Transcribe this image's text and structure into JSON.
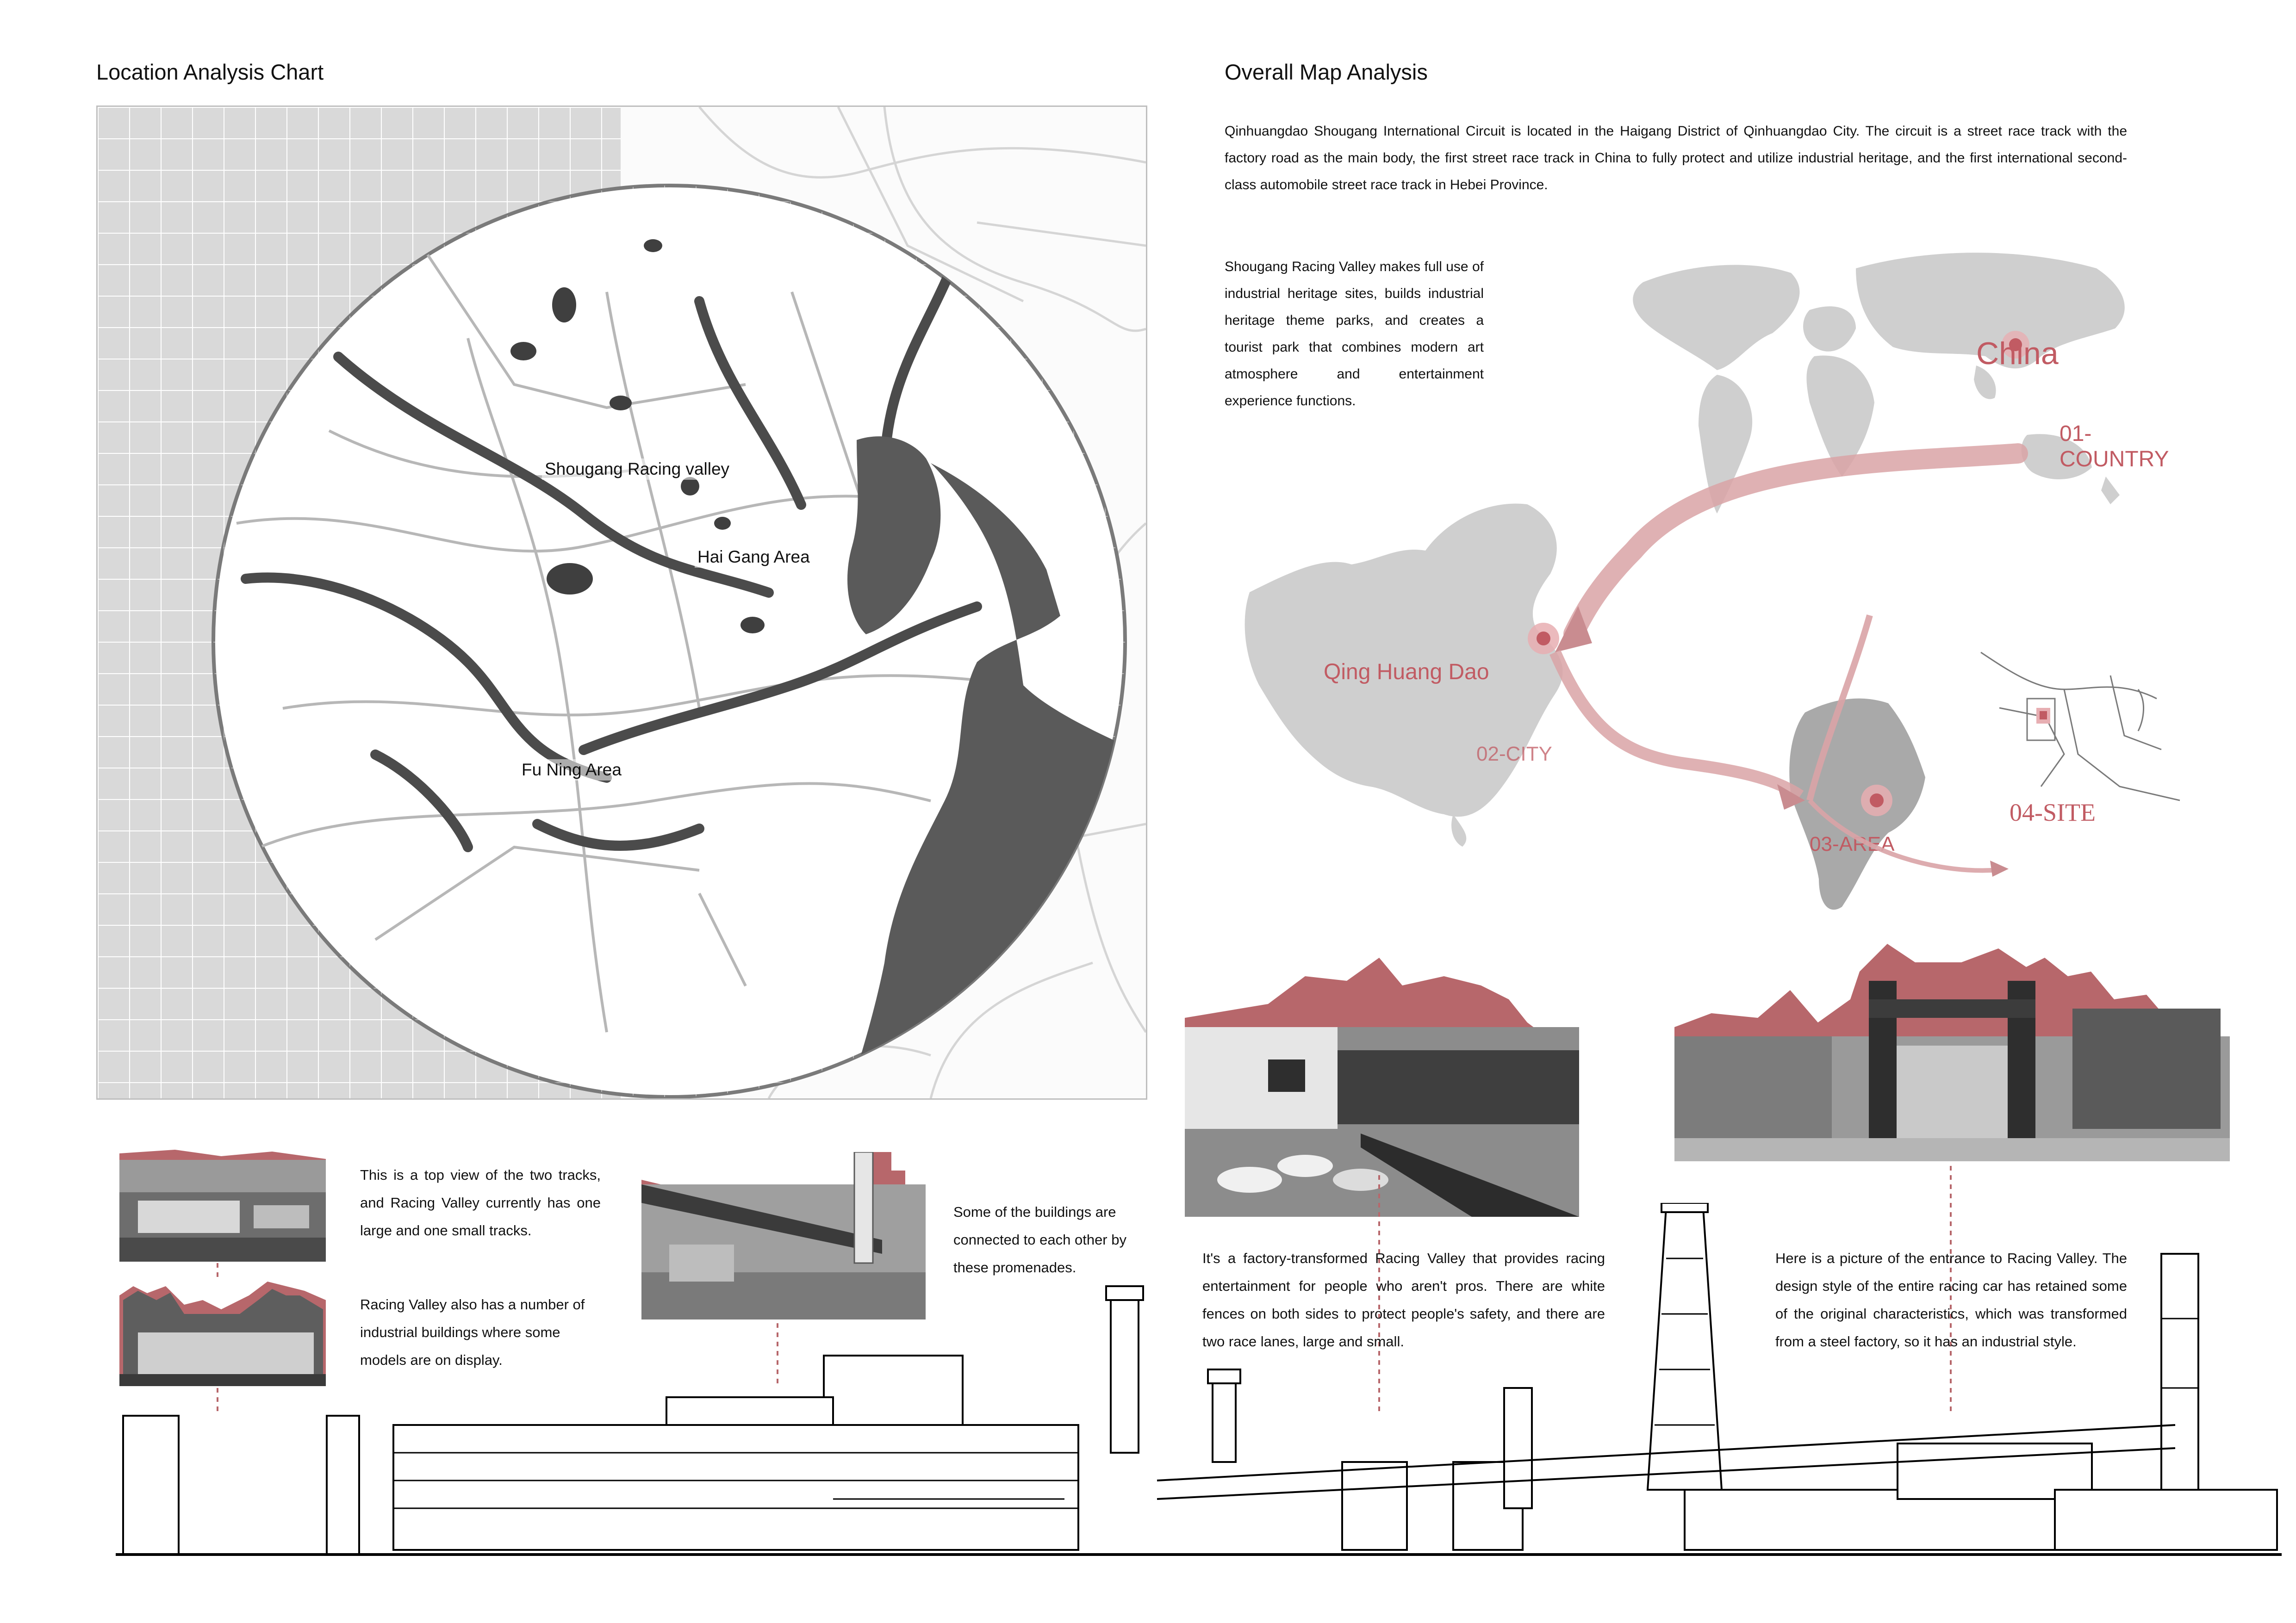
{
  "location_panel": {
    "title": "Location Analysis Chart",
    "labels": {
      "racing_valley": "Shougang Racing valley",
      "hai_gang": "Hai Gang Area",
      "fu_ning": "Fu Ning Area"
    }
  },
  "overall_panel": {
    "title": "Overall Map Analysis",
    "intro": "Qinhuangdao Shougang International Circuit is located in the Haigang District of Qinhuangdao City. The circuit is a street race track with the factory road as the main body, the first street race track in China to fully protect and utilize industrial heritage, and the first international second-class automobile street race track in Hebei Province.",
    "side_text": "Shougang Racing Valley makes full use of industrial heritage sites, builds industrial heritage theme parks, and creates a tourist park that combines modern art atmosphere and entertainment experience functions.",
    "map_labels": {
      "china": "China",
      "country": "01-COUNTRY",
      "city_name": "Qing Huang Dao",
      "city": "02-CITY",
      "area": "03-AREA",
      "site": "04-SITE"
    }
  },
  "captions": {
    "tracks": "This is a top view of the two tracks, and Racing Valley currently has one large and one small tracks.",
    "buildings": "Racing Valley also has a number of industrial buildings where some models are on display.",
    "promenades": "Some of the buildings are connected to each other by these promenades.",
    "factory_valley": "It's a factory-transformed Racing Valley that provides racing entertainment for people who aren't pros. There are white fences on both sides to protect people's safety, and there are two race lanes, large and small.",
    "entrance": "Here is a picture of the entrance to Racing Valley. The design style of the entire racing car has retained some of the original characteristics, which was transformed from a steel factory, so it has an industrial style."
  },
  "colors": {
    "accent_red": "#c15b63",
    "arrow_red": "#d9a3a6",
    "map_gray": "#cfcfcf",
    "water_dark": "#5a5a5a"
  }
}
